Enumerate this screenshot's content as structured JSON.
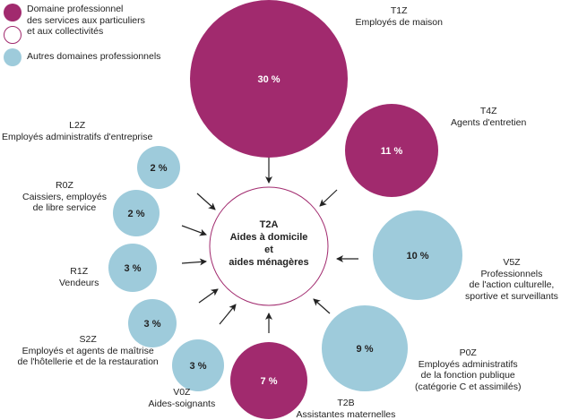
{
  "legend": {
    "items": [
      {
        "lines": [
          "Domaine professionnel",
          "des services aux particuliers",
          "et aux collectivités"
        ],
        "style": "filled",
        "color": "#a12a6e"
      },
      {
        "lines": [
          "",
          ""
        ],
        "style": "outline",
        "color": "#a12a6e"
      },
      {
        "lines": [
          "Autres domaines professionnels"
        ],
        "style": "filled",
        "color": "#9ecbdb"
      }
    ]
  },
  "center": {
    "code": "T2A",
    "line1": "Aides à domicile",
    "line2": "et",
    "line3": "aides ménagères"
  },
  "colors": {
    "domain": "#a12a6e",
    "other": "#9ecbdb",
    "arrow": "#222222"
  },
  "nodes": [
    {
      "id": "t1z",
      "code": "T1Z",
      "name_lines": [
        "Employés de maison"
      ],
      "percent_label": "30 %",
      "value": 30,
      "group": "domain"
    },
    {
      "id": "t4z",
      "code": "T4Z",
      "name_lines": [
        "Agents  d'entretien"
      ],
      "percent_label": "11 %",
      "value": 11,
      "group": "domain"
    },
    {
      "id": "v5z",
      "code": "V5Z",
      "name_lines": [
        "Professionnels",
        "de l'action culturelle,",
        "sportive et surveillants"
      ],
      "percent_label": "10 %",
      "value": 10,
      "group": "other"
    },
    {
      "id": "p0z",
      "code": "P0Z",
      "name_lines": [
        "Employés administratifs",
        "de la fonction publique",
        "(catégorie C et assimilés)"
      ],
      "percent_label": "9 %",
      "value": 9,
      "group": "other"
    },
    {
      "id": "t2b",
      "code": "T2B",
      "name_lines": [
        "Assistantes maternelles"
      ],
      "percent_label": "7 %",
      "value": 7,
      "group": "domain"
    },
    {
      "id": "v0z",
      "code": "V0Z",
      "name_lines": [
        "Aides-soignants"
      ],
      "percent_label": "3 %",
      "value": 3,
      "group": "other"
    },
    {
      "id": "s2z",
      "code": "S2Z",
      "name_lines": [
        "Employés et agents de maîtrise",
        "de l'hôtellerie et de la restauration"
      ],
      "percent_label": "3 %",
      "value": 3,
      "group": "other"
    },
    {
      "id": "r1z",
      "code": "R1Z",
      "name_lines": [
        "Vendeurs"
      ],
      "percent_label": "3 %",
      "value": 3,
      "group": "other"
    },
    {
      "id": "r0z",
      "code": "R0Z",
      "name_lines": [
        "Caissiers, employés",
        "de libre service"
      ],
      "percent_label": "2 %",
      "value": 2,
      "group": "other"
    },
    {
      "id": "l2z",
      "code": "L2Z",
      "name_lines": [
        "Employés administratifs d'entreprise"
      ],
      "percent_label": "2 %",
      "value": 2,
      "group": "other"
    }
  ]
}
